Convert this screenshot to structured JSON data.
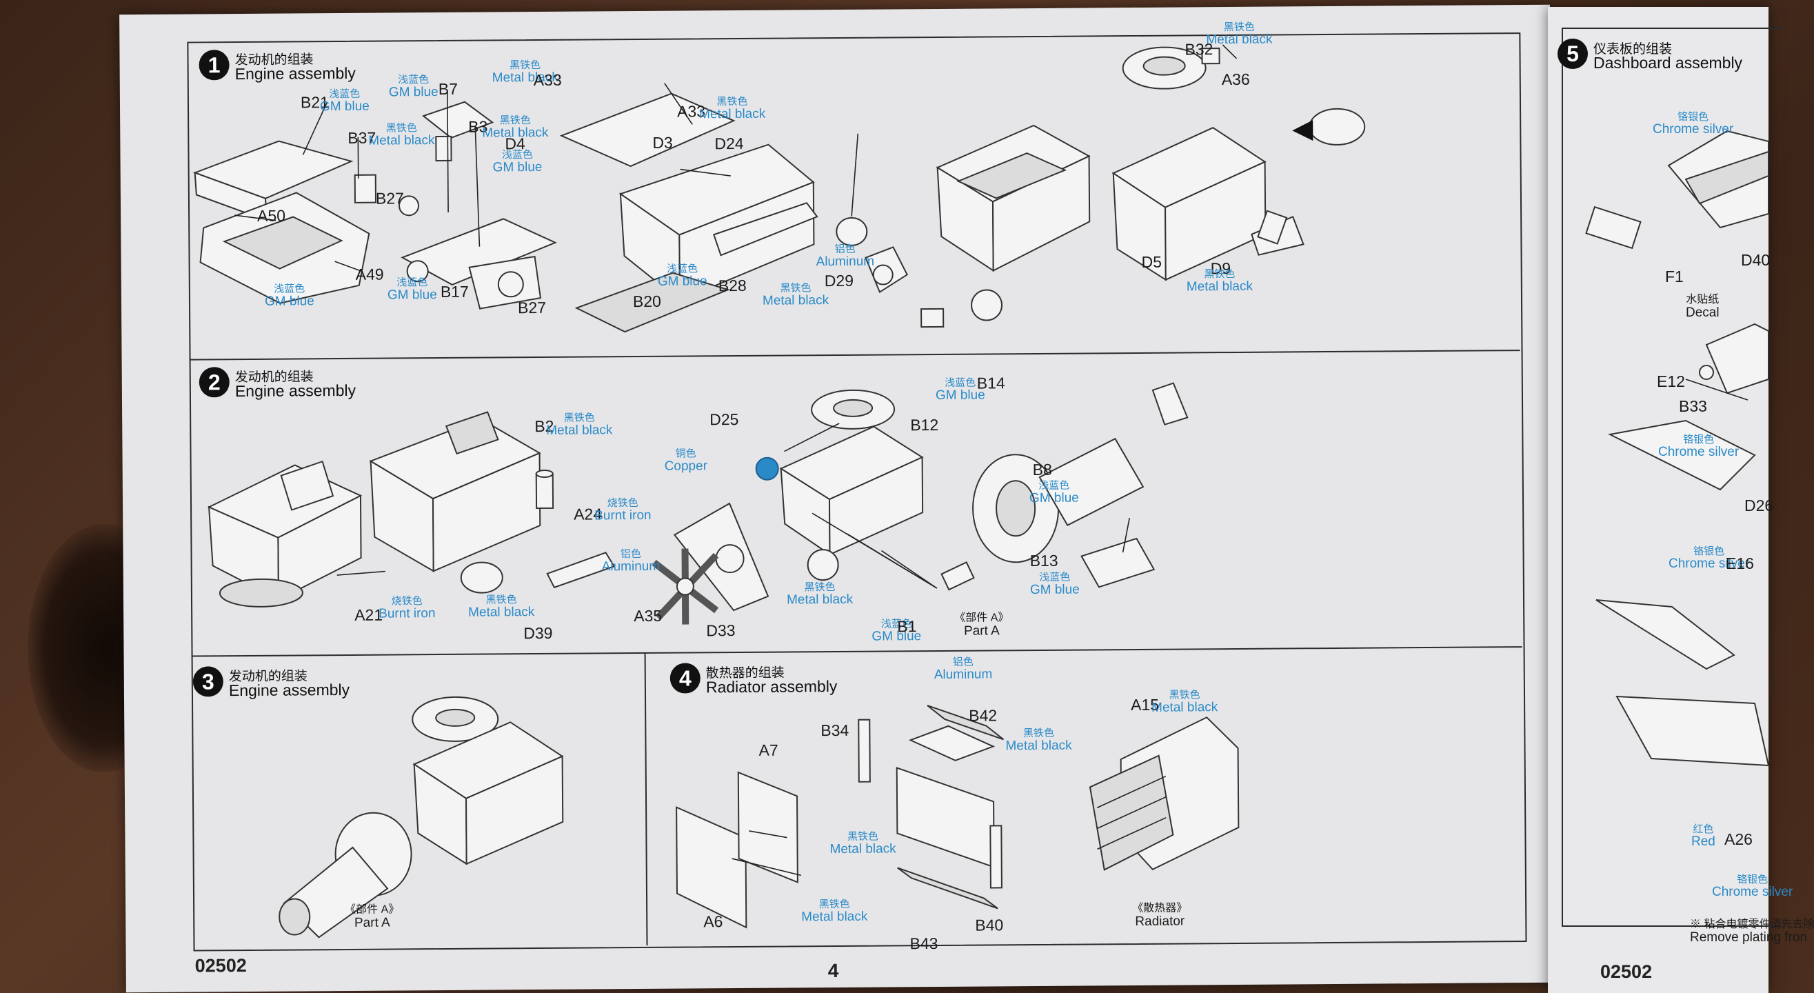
{
  "document": {
    "code": "02502",
    "page_number": "4"
  },
  "steps": [
    {
      "number": "1",
      "title_cn": "发动机的组装",
      "title_en": "Engine assembly"
    },
    {
      "number": "2",
      "title_cn": "发动机的组装",
      "title_en": "Engine assembly"
    },
    {
      "number": "3",
      "title_cn": "发动机的组装",
      "title_en": "Engine assembly"
    },
    {
      "number": "4",
      "title_cn": "散热器的组装",
      "title_en": "Radiator assembly"
    },
    {
      "number": "5",
      "title_cn": "仪表板的组装",
      "title_en": "Dashboard assembly"
    }
  ],
  "colors": {
    "gm_blue": {
      "cn": "浅蓝色",
      "en": "GM blue"
    },
    "metal_black": {
      "cn": "黑铁色",
      "en": "Metal black"
    },
    "aluminum": {
      "cn": "铝色",
      "en": "Aluminum"
    },
    "burnt_iron": {
      "cn": "烧铁色",
      "en": "Burnt iron"
    },
    "copper": {
      "cn": "铜色",
      "en": "Copper"
    },
    "chrome_silver": {
      "cn": "铬银色",
      "en": "Chrome silver"
    },
    "red": {
      "cn": "红色",
      "en": "Red"
    },
    "label_color": "#2a8ac8"
  },
  "notes": {
    "part_a": {
      "cn": "《部件 A》",
      "en": "Part A"
    },
    "radiator": {
      "cn": "《散热器》",
      "en": "Radiator"
    },
    "decal": {
      "cn": "水贴纸",
      "en": "Decal"
    },
    "plating": {
      "cn": "※ 粘合电镀零件请先去除",
      "en": "Remove plating fron"
    }
  },
  "parts": {
    "step1": [
      "B21",
      "B37",
      "A50",
      "A49",
      "B27",
      "B7",
      "B3",
      "B17",
      "A33",
      "D4",
      "B27",
      "A33",
      "D3",
      "B20",
      "D24",
      "B28",
      "D29",
      "B32",
      "A36",
      "D5",
      "D9"
    ],
    "step2": [
      "A21",
      "B2",
      "A24",
      "D39",
      "D25",
      "A35",
      "D33",
      "B12",
      "B14",
      "B8",
      "B13",
      "B1"
    ],
    "step4": [
      "A7",
      "A6",
      "B34",
      "B42",
      "B43",
      "B40",
      "A15"
    ],
    "step5": [
      "F1",
      "D40",
      "E12",
      "B33",
      "D26",
      "E16",
      "A26"
    ]
  }
}
